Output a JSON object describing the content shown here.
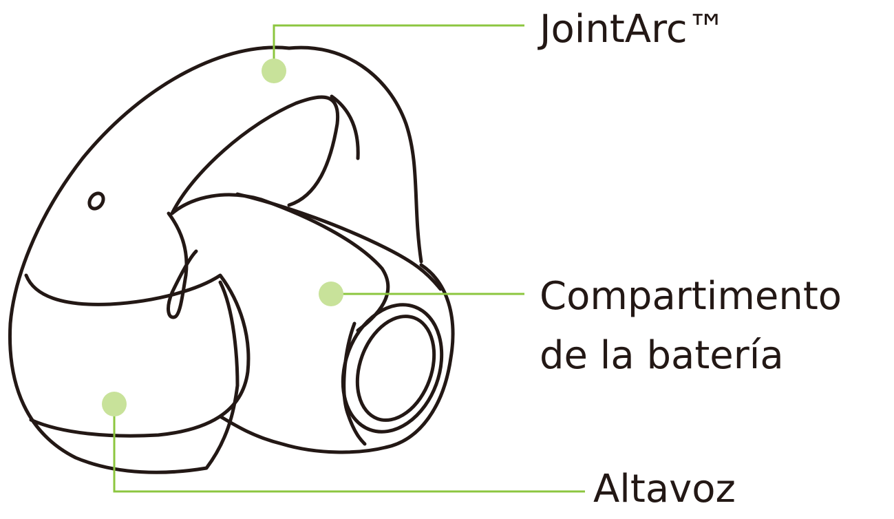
{
  "labels": {
    "jointarc": "JointArc™",
    "battery_line1": "Compartimento",
    "battery_line2": "de la batería",
    "speaker": "Altavoz"
  },
  "colors": {
    "outline": "#231815",
    "accent_line": "#8cc63f",
    "accent_dot": "#c8e29a",
    "background": "#ffffff"
  }
}
